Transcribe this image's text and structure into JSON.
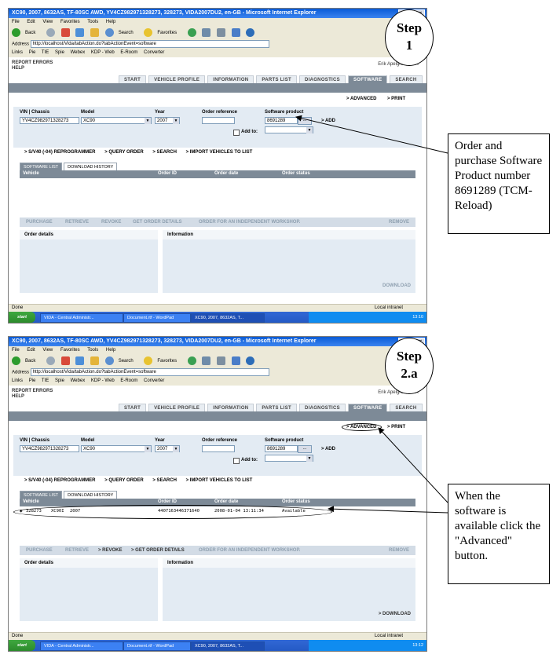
{
  "shot1": {
    "title": "XC90, 2007, 8632AS, TF-80SC AWD, YV4CZ982971328273, 328273, VIDA2007DU2, en-GB - Microsoft Internet Explorer",
    "menu": [
      "File",
      "Edit",
      "View",
      "Favorites",
      "Tools",
      "Help"
    ],
    "toolbar": {
      "back": "Back",
      "search": "Search",
      "favorites": "Favorites"
    },
    "address_label": "Address",
    "address": "http://localhost/Vida/tabAction.do?tabActionEvent=software",
    "links_label": "Links",
    "links": [
      "Pie",
      "TIE",
      "Spie",
      "Webex",
      "KDP - Web",
      "E-Room",
      "Converter"
    ],
    "report_errors": "REPORT ERRORS",
    "help": "HELP",
    "user": "Erik Apelgren, EUR",
    "nav_tabs": [
      "START",
      "VEHICLE PROFILE",
      "INFORMATION",
      "PARTS LIST",
      "DIAGNOSTICS",
      "SOFTWARE",
      "SEARCH"
    ],
    "advanced": "> ADVANCED",
    "print": "> PRINT",
    "vin_label": "VIN | Chassis",
    "vin_value": "YV4CZ982971328273",
    "model_label": "Model",
    "model_value": "XC90",
    "year_label": "Year",
    "year_value": "2007",
    "order_ref_label": "Order reference",
    "order_ref_value": "",
    "software_product_label": "Software product",
    "software_product_value": "8691289",
    "browse_label": "...",
    "add_to_label": "Add to:",
    "add": "> ADD",
    "sub_links": [
      "> S/V40 (-04) REPROGRAMMER",
      "> QUERY ORDER",
      "> SEARCH",
      "> IMPORT VEHICLES TO LIST"
    ],
    "sub_tabs": [
      "SOFTWARE LIST",
      "DOWNLOAD HISTORY"
    ],
    "columns": [
      "Vehicle",
      "Order ID",
      "Order date",
      "Order status"
    ],
    "rows": [],
    "buttons": [
      "PURCHASE",
      "RETRIEVE",
      "REVOKE",
      "GET ORDER DETAILS",
      "ORDER FOR AN INDEPENDENT WORKSHOP.",
      "REMOVE"
    ],
    "order_details": "Order details",
    "information": "Information",
    "download": "DOWNLOAD",
    "status_done": "Done",
    "status_zone": "Local intranet",
    "taskbar": {
      "start": "start",
      "items": [
        "VIDA - Central Administr...",
        "Document.rtf - WordPad",
        "XC90, 2007, 8632AS, T..."
      ],
      "clock": "13:10"
    }
  },
  "shot2": {
    "title": "XC90, 2007, 8632AS, TF-80SC AWD, YV4CZ982971328273, 328273, VIDA2007DU2, en-GB - Microsoft Internet Explorer",
    "menu": [
      "File",
      "Edit",
      "View",
      "Favorites",
      "Tools",
      "Help"
    ],
    "toolbar": {
      "back": "Back",
      "search": "Search",
      "favorites": "Favorites"
    },
    "address_label": "Address",
    "address": "http://localhost/Vida/tabAction.do?tabActionEvent=software",
    "links_label": "Links",
    "links": [
      "Pie",
      "TIE",
      "Spie",
      "Webex",
      "KDP - Web",
      "E-Room",
      "Converter"
    ],
    "report_errors": "REPORT ERRORS",
    "help": "HELP",
    "user": "Erik Apelgren, EUR",
    "nav_tabs": [
      "START",
      "VEHICLE PROFILE",
      "INFORMATION",
      "PARTS LIST",
      "DIAGNOSTICS",
      "SOFTWARE",
      "SEARCH"
    ],
    "advanced": "> ADVANCED",
    "print": "> PRINT",
    "vin_label": "VIN | Chassis",
    "vin_value": "YV4CZ982971328273",
    "model_label": "Model",
    "model_value": "XC90",
    "year_label": "Year",
    "year_value": "2007",
    "order_ref_label": "Order reference",
    "order_ref_value": "",
    "software_product_label": "Software product",
    "software_product_value": "8691289",
    "browse_label": "...",
    "add_to_label": "Add to:",
    "add": "> ADD",
    "sub_links": [
      "> S/V40 (-04) REPROGRAMMER",
      "> QUERY ORDER",
      "> SEARCH",
      "> IMPORT VEHICLES TO LIST"
    ],
    "sub_tabs": [
      "SOFTWARE LIST",
      "DOWNLOAD HISTORY"
    ],
    "columns": [
      "Vehicle",
      "Order ID",
      "Order date",
      "Order status"
    ],
    "rows": [
      {
        "vehicle": "328273",
        "model": "XC90I",
        "year": "2007",
        "order_id": "4407163446371640",
        "order_date": "2008-01-04 13:11:34",
        "status": "Available"
      }
    ],
    "buttons": [
      "PURCHASE",
      "RETRIEVE",
      "> REVOKE",
      "> GET ORDER DETAILS",
      "ORDER FOR AN INDEPENDENT WORKSHOP.",
      "REMOVE"
    ],
    "order_details": "Order details",
    "information": "Information",
    "download": "> DOWNLOAD",
    "status_done": "Done",
    "status_zone": "Local intranet",
    "taskbar": {
      "start": "start",
      "items": [
        "VIDA - Central Administr...",
        "Document.rtf - WordPad",
        "XC90, 2007, 8632AS, T..."
      ],
      "clock": "13:12"
    }
  },
  "annotations": {
    "step1": {
      "line1": "Step",
      "line2": "1"
    },
    "step2": {
      "line1": "Step",
      "line2": "2.a"
    },
    "callout1": "Order and purchase Software Product number 8691289 (TCM-Reload)",
    "callout2": "When the software is available click the \"Advanced\" button."
  },
  "colors": {
    "nav_active": "#7d8a97",
    "panel": "#e3ebf3",
    "titlebar": "#0a5bd6",
    "disabled_text": "#8fa0b0"
  }
}
